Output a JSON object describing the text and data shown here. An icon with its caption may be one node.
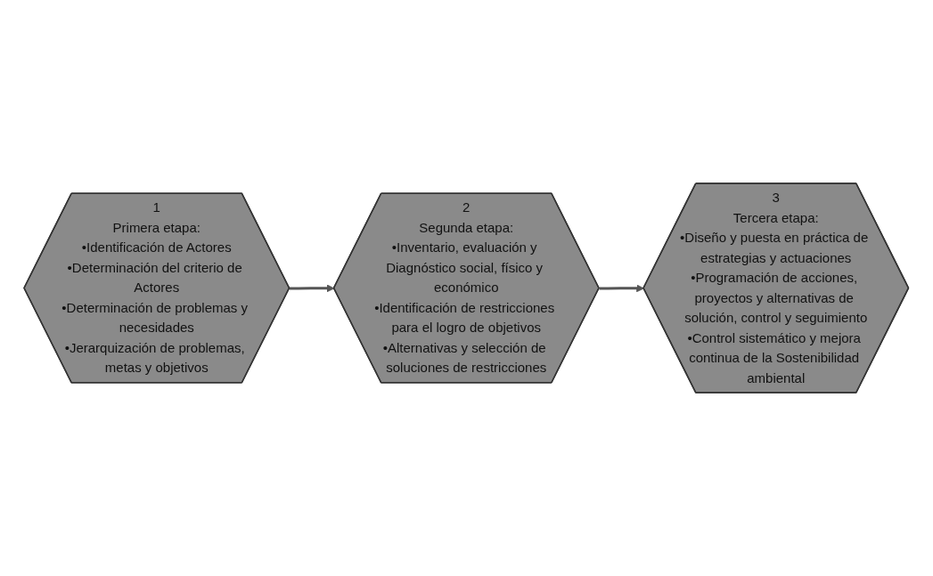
{
  "diagram": {
    "nodes": [
      {
        "text": [
          "1",
          "Primera etapa:",
          "•Identificación de Actores",
          "•Determinación del criterio de Actores",
          "•Determinación de problemas y necesidades",
          "•Jerarquización de problemas, metas y objetivos"
        ]
      },
      {
        "text": [
          "2",
          "Segunda etapa:",
          "•Inventario, evaluación y Diagnóstico social, físico y económico",
          "•Identificación de restricciones para el logro de objetivos",
          "•Alternativas y selección de soluciones de restricciones"
        ]
      },
      {
        "text": [
          "3",
          "Tercera etapa:",
          "•Diseño y puesta en práctica de estrategias y actuaciones",
          "•Programación de acciones, proyectos y alternativas de solución, control y seguimiento",
          "•Control sistemático y mejora continua de la Sostenibilidad ambiental"
        ]
      }
    ],
    "edges": [
      {
        "from": 0,
        "to": 1,
        "arrow": "to"
      },
      {
        "from": 1,
        "to": 2,
        "arrow": "to"
      }
    ]
  }
}
